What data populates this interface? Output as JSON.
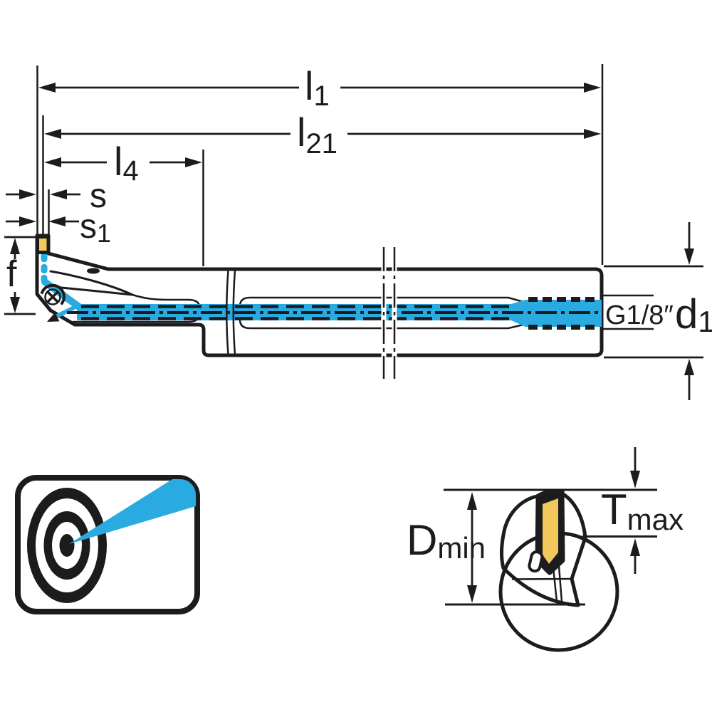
{
  "colors": {
    "coolant_blue": "#29ABE2",
    "body_gray": "#D2D3D5",
    "insert_gold": "#F2C75C",
    "line_dark": "#1C1C1E",
    "background": "#FFFFFF"
  },
  "main_view": {
    "labels": {
      "l1": {
        "base": "l",
        "sub": "1"
      },
      "l21": {
        "base": "l",
        "sub": "21"
      },
      "l4": {
        "base": "l",
        "sub": "4"
      },
      "s": {
        "base": "s",
        "sub": ""
      },
      "s1": {
        "base": "s",
        "sub": "1"
      },
      "f": {
        "base": "f",
        "sub": ""
      },
      "d1": {
        "base": "d",
        "sub": "1"
      },
      "thread": "G1/8″"
    }
  },
  "end_view": {
    "labels": {
      "dmin": {
        "base": "D",
        "sub": "min"
      },
      "tmax": {
        "base": "T",
        "sub": "max"
      }
    }
  }
}
